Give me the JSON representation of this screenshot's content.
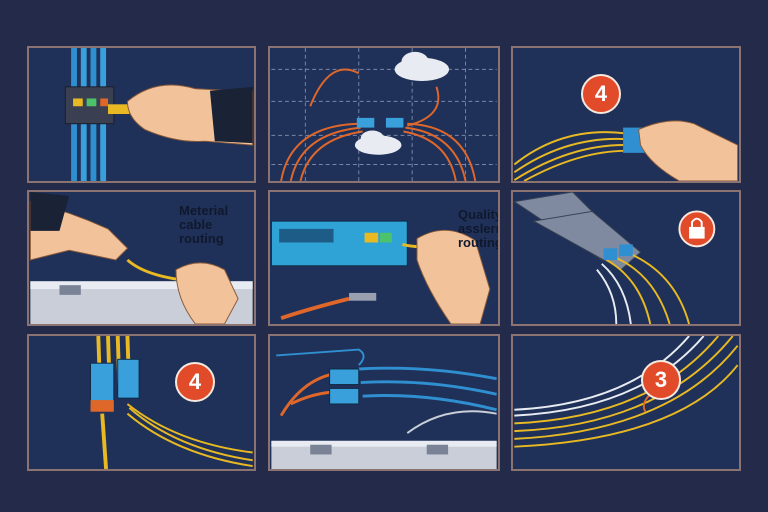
{
  "panels": {
    "p4": {
      "caption_lines": [
        "Meterial",
        "cable",
        "routing"
      ]
    },
    "p5": {
      "caption_lines": [
        "Quality",
        "asslerr",
        "routing"
      ]
    },
    "p3": {
      "badge": "4"
    },
    "p7": {
      "badge": "4"
    },
    "p9": {
      "badge": "3"
    }
  },
  "colors": {
    "background": "#232a4a",
    "panel": "#1f3158",
    "border": "#8a7370",
    "badge": "#e14b2a",
    "cable_yellow": "#e8b923",
    "cable_orange": "#e0672a",
    "cable_blue": "#2f8fd0"
  },
  "icons": [
    "hand-icon",
    "cloud-icon",
    "padlock-icon",
    "connector-icon",
    "network-switch-icon"
  ]
}
